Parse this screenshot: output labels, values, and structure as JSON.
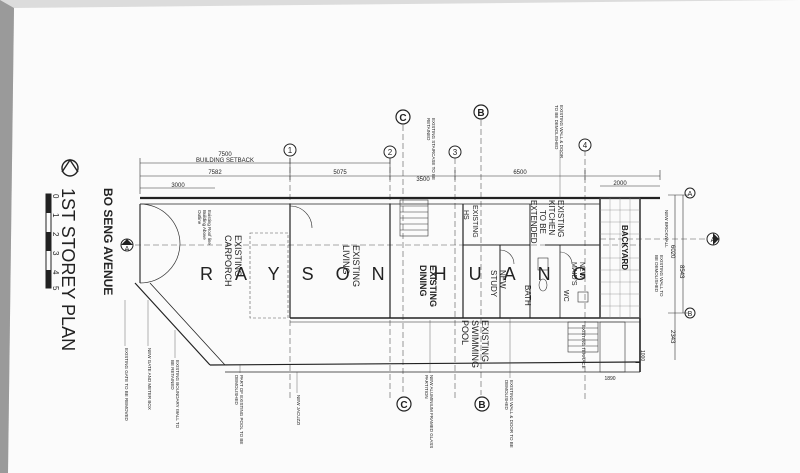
{
  "sheet": {
    "title": "1ST STOREY PLAN",
    "street": "BO SENG AVENUE",
    "watermark": "RAYSON HUANG",
    "scale_ticks": [
      "0",
      "1",
      "2",
      "3",
      "4",
      "5"
    ]
  },
  "grid": {
    "numbers": [
      "1",
      "2",
      "3",
      "4"
    ],
    "letters": [
      "A",
      "B",
      "C"
    ]
  },
  "dims": {
    "setback_value": "7500",
    "setback_label": "BUILDING SETBACK",
    "d1": "7582",
    "d2": "3000",
    "d3": "5075",
    "d4": "3500",
    "d5": "6500",
    "d6": "2000",
    "side1": "6020",
    "side2": "8543",
    "side3": "2343",
    "bot1": "1890",
    "bot2": "1000"
  },
  "rooms": {
    "carporch": [
      "EXISTING",
      "CARPORCH"
    ],
    "living": [
      "EXISTING",
      "LIVING"
    ],
    "dining": [
      "EXISTING",
      "DINING"
    ],
    "pool": [
      "EXISTING",
      "SWIMMING",
      "POOL"
    ],
    "study": [
      "NEW",
      "STUDY"
    ],
    "bath": "BATH",
    "kitchen": [
      "EXISTING",
      "KITCHEN",
      "TO BE",
      "EXTENDED"
    ],
    "hs": [
      "EXISTING",
      "HS"
    ],
    "maids": [
      "NEW",
      "MAID'S",
      "WC"
    ],
    "backyard": "BACKYARD"
  },
  "notes": {
    "roof": [
      "Existing Roof line",
      "Building Above",
      "Outline"
    ],
    "gate_main": "EXISTING GATE TO BE REMOVED",
    "gate_new": "NEW GATE AND METER BOX",
    "boundary_wall": [
      "EXISTING BOUNDARY WALL TO",
      "BE RETAINED"
    ],
    "pool_demolish": [
      "PART OF EXISTING POOL TO BE",
      "DEMOLISHED"
    ],
    "jacuzzi": "NEW JACUZZI",
    "sliding_glass": [
      "NEW ALUMINIUM FRAMED GLASS",
      "PARTITION"
    ],
    "wall_door_bottom": [
      "EXISTING WALL & DOOR TO BE",
      "DEMOLISHED"
    ],
    "wall_door_top": [
      "EXISTING WALL & DOOR",
      "TO BE DEMOLISHED"
    ],
    "staircase": [
      "EXISTING STAIRCASE TO BE",
      "RETAINED"
    ],
    "brickwall": "NEW BRICKWALL",
    "wall_demolish": [
      "EXISTING WALL TO",
      "BE DEMOLISHED"
    ],
    "existing_terrace": "EXISTING TERRACE"
  }
}
